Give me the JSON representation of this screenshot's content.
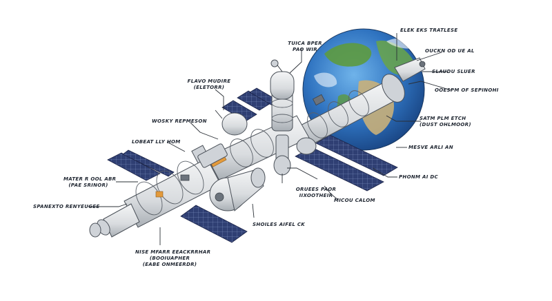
{
  "labels": {
    "top_center_1": "TUICA BPER",
    "top_center_2": "PAO WIR",
    "top_right": "ELEK EKS TRATLESE",
    "right_1": "OUCKN OD UE AL",
    "right_2": "SLAUDU SLUER",
    "right_3": "OOESPM OF SEPINOHI",
    "right_4a": "SATM PLM ETCH",
    "right_4b": "(DUST OHLMOOR)",
    "right_5": "MESVE ARLI AN",
    "right_6": "PHONM AI DC",
    "left_1a": "FLAVO MUDIRE",
    "left_1b": "(ELETORR)",
    "left_2": "WOSKY REPMESON",
    "left_3": "LOBEAT LLY HOM",
    "left_4a": "MATER R OOL ABR",
    "left_4b": "(PAE SRINOR)",
    "left_5": "SPANEXTO RENYEUGEE",
    "center_1a": "ORUEES PAOR",
    "center_1b": "IIXOOTHEIR",
    "center_2": "MICOU CALOM",
    "bottom_1": "SHOILES AIFEL CK",
    "bottom_2a": "NISE MFARR EEACKRRHAR",
    "bottom_2b": "(BOOIUAPHER",
    "bottom_2c": "(EABE ONMEERDR)"
  },
  "colors": {
    "solar_panel": "#2f3f73",
    "hull": "#e8eaec",
    "ocean": "#2f73c0",
    "land": "#5d9a3f",
    "accent": "#e39a3b"
  }
}
